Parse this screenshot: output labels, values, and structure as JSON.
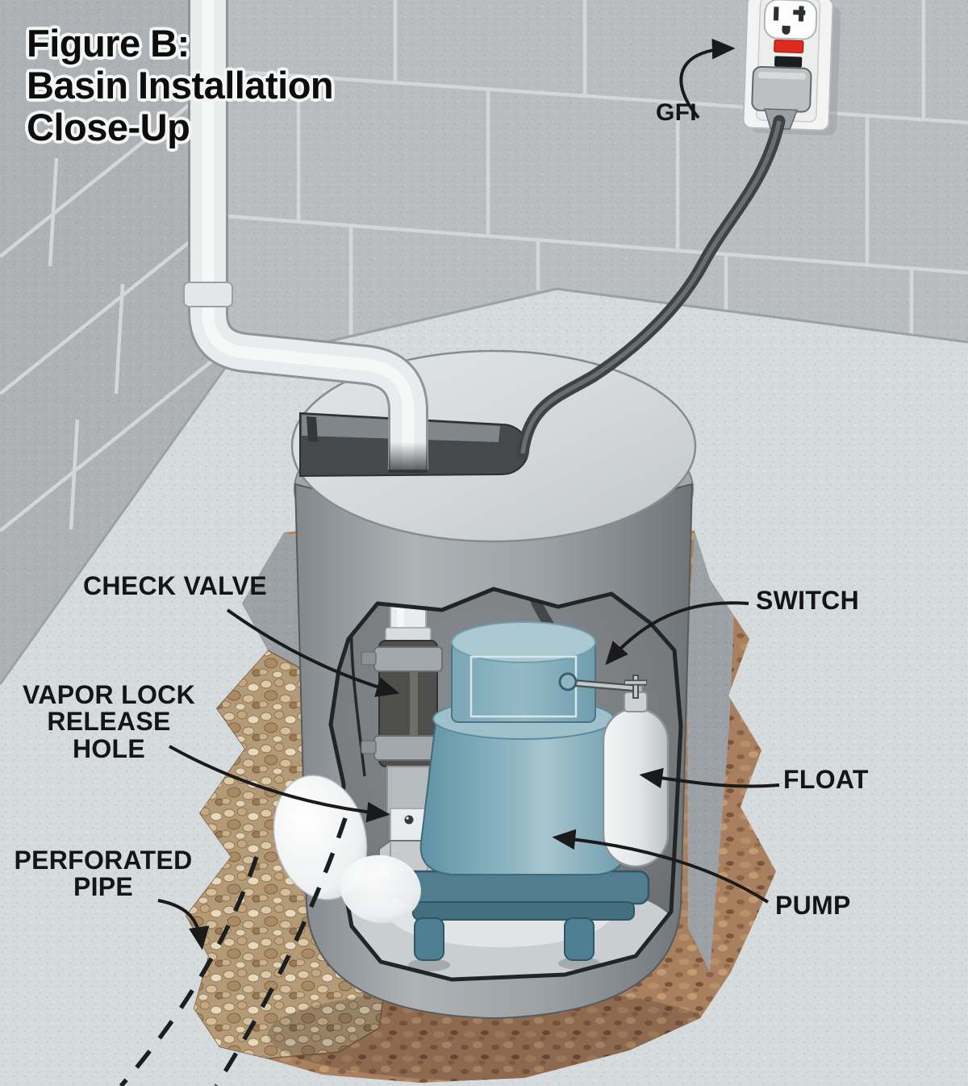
{
  "title": {
    "line1": "Figure B:",
    "line2": "Basin Installation",
    "line3": "Close-Up"
  },
  "labels": {
    "gfi": "GFI",
    "check_valve": "CHECK VALVE",
    "vapor_lock_release_hole": [
      "VAPOR LOCK",
      "RELEASE HOLE"
    ],
    "perforated_pipe": [
      "PERFORATED",
      "PIPE"
    ],
    "switch": "SWITCH",
    "float": "FLOAT",
    "pump": "PUMP"
  },
  "colors": {
    "label_text": "#151515",
    "title_outline": "#f4f6f6",
    "arrow": "#1a1a1a",
    "gfi_reset_button": "#e02a1e",
    "gfi_test_button": "#1b1d1f",
    "pump_body_teal": "#7aa6b5",
    "float_white": "#eff1f2",
    "pvc_pipe_white": "#e9ebec",
    "power_cord_gray": "#53575a",
    "basin_gray": "#9ea4a7",
    "soil_brown": "#a87f5f",
    "gravel_tan": "#b59a78",
    "concrete_floor": "#d4d9db",
    "concrete_wall": "#b8bcbf"
  }
}
